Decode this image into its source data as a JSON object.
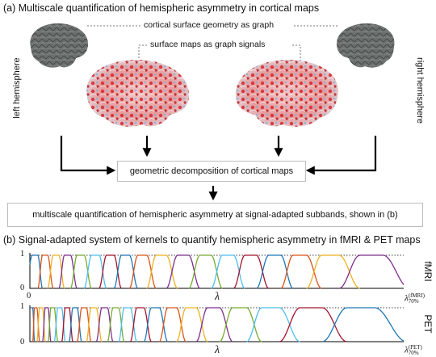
{
  "panel_a": {
    "heading": "(a) Multiscale quantification of hemispheric asymmetry in cortical maps",
    "label_geometry": "cortical surface geometry as graph",
    "label_signals": "surface maps as graph signals",
    "label_left": "left hemisphere",
    "label_right": "right hemisphere",
    "box_decomposition": "geometric decomposition of cortical maps",
    "box_quantification": "multiscale quantification of hemispheric asymmetry at signal-adapted subbands, shown in (b)"
  },
  "panel_b": {
    "heading": "(b) Signal-adapted system of kernels to quantify hemispheric asymmetry in fMRI & PET maps",
    "fmri": {
      "side_label": "fMRI",
      "y_tick_1": "1",
      "y_tick_0": "0",
      "x_tick_0": "0",
      "x_label": "λ",
      "x_end_base": "λ",
      "x_end_sup": "(fMRI)",
      "x_end_sub": "70%"
    },
    "pet": {
      "side_label": "PET",
      "y_tick_1": "1",
      "y_tick_0": "0",
      "x_tick_0": "0",
      "x_label": "λ",
      "x_end_base": "λ",
      "x_end_sup": "(PET)",
      "x_end_sub": "70%"
    }
  },
  "colors": {
    "brain_gray": "#6b6f6e",
    "brain_red": "#d8242e",
    "brain_blue": "#7fb0d8",
    "box_border": "#bdbdbd",
    "kernel_palette": [
      "#1f77b4",
      "#d95319",
      "#edb120",
      "#7e2f8e",
      "#77ac30",
      "#4dbeee",
      "#a2142f"
    ]
  },
  "chart_data": [
    {
      "type": "line",
      "title": "",
      "series_label": "fMRI",
      "xlabel": "λ",
      "ylabel": "",
      "ylim": [
        0,
        1
      ],
      "xlim": [
        0,
        1
      ],
      "kernel_count": 18,
      "kernel_centers": [
        0.015,
        0.04,
        0.07,
        0.1,
        0.135,
        0.175,
        0.215,
        0.255,
        0.3,
        0.35,
        0.41,
        0.47,
        0.53,
        0.59,
        0.655,
        0.72,
        0.8,
        0.91
      ],
      "plateau_value": 1
    },
    {
      "type": "line",
      "title": "",
      "series_label": "PET",
      "xlabel": "λ",
      "ylabel": "",
      "ylim": [
        0,
        1
      ],
      "xlim": [
        0,
        1
      ],
      "kernel_count": 22,
      "kernel_centers": [
        0.005,
        0.015,
        0.03,
        0.045,
        0.06,
        0.08,
        0.1,
        0.12,
        0.145,
        0.17,
        0.2,
        0.23,
        0.26,
        0.295,
        0.335,
        0.38,
        0.43,
        0.49,
        0.56,
        0.64,
        0.75,
        0.88
      ],
      "plateau_value": 1
    }
  ]
}
